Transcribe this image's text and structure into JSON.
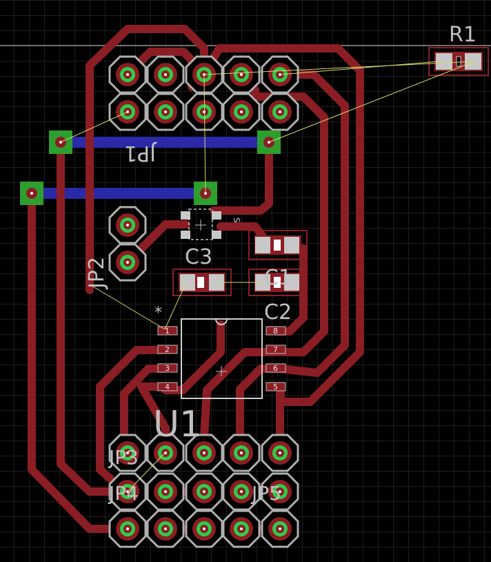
{
  "board": {
    "colors": {
      "background": "#000000",
      "grid": "#3a3a3a",
      "top_copper": "#8b1e24",
      "bottom_copper": "#2a2aa8",
      "via_pad": "#2e9e2e",
      "pad_ring": "#b0b0b0",
      "pad_inner": "#2ecc4a",
      "airwire": "#d8d870",
      "smd_pad": "#c8c8c8",
      "silkscreen": "#c0c0c0",
      "outline": "#e0e0e0"
    },
    "labels": {
      "r1": "R1",
      "jp1": "JP1",
      "jp2": "JP2",
      "c1": "C1",
      "c2": "C2",
      "c3": "C3",
      "u1": "U1",
      "jp3": "JP3",
      "jp4": "JP4",
      "jp5": "JP5",
      "pin1_marker": "*",
      "sot_mark": "S"
    },
    "u1_pins": [
      "1",
      "2",
      "3",
      "4",
      "5",
      "6",
      "7",
      "8"
    ]
  }
}
